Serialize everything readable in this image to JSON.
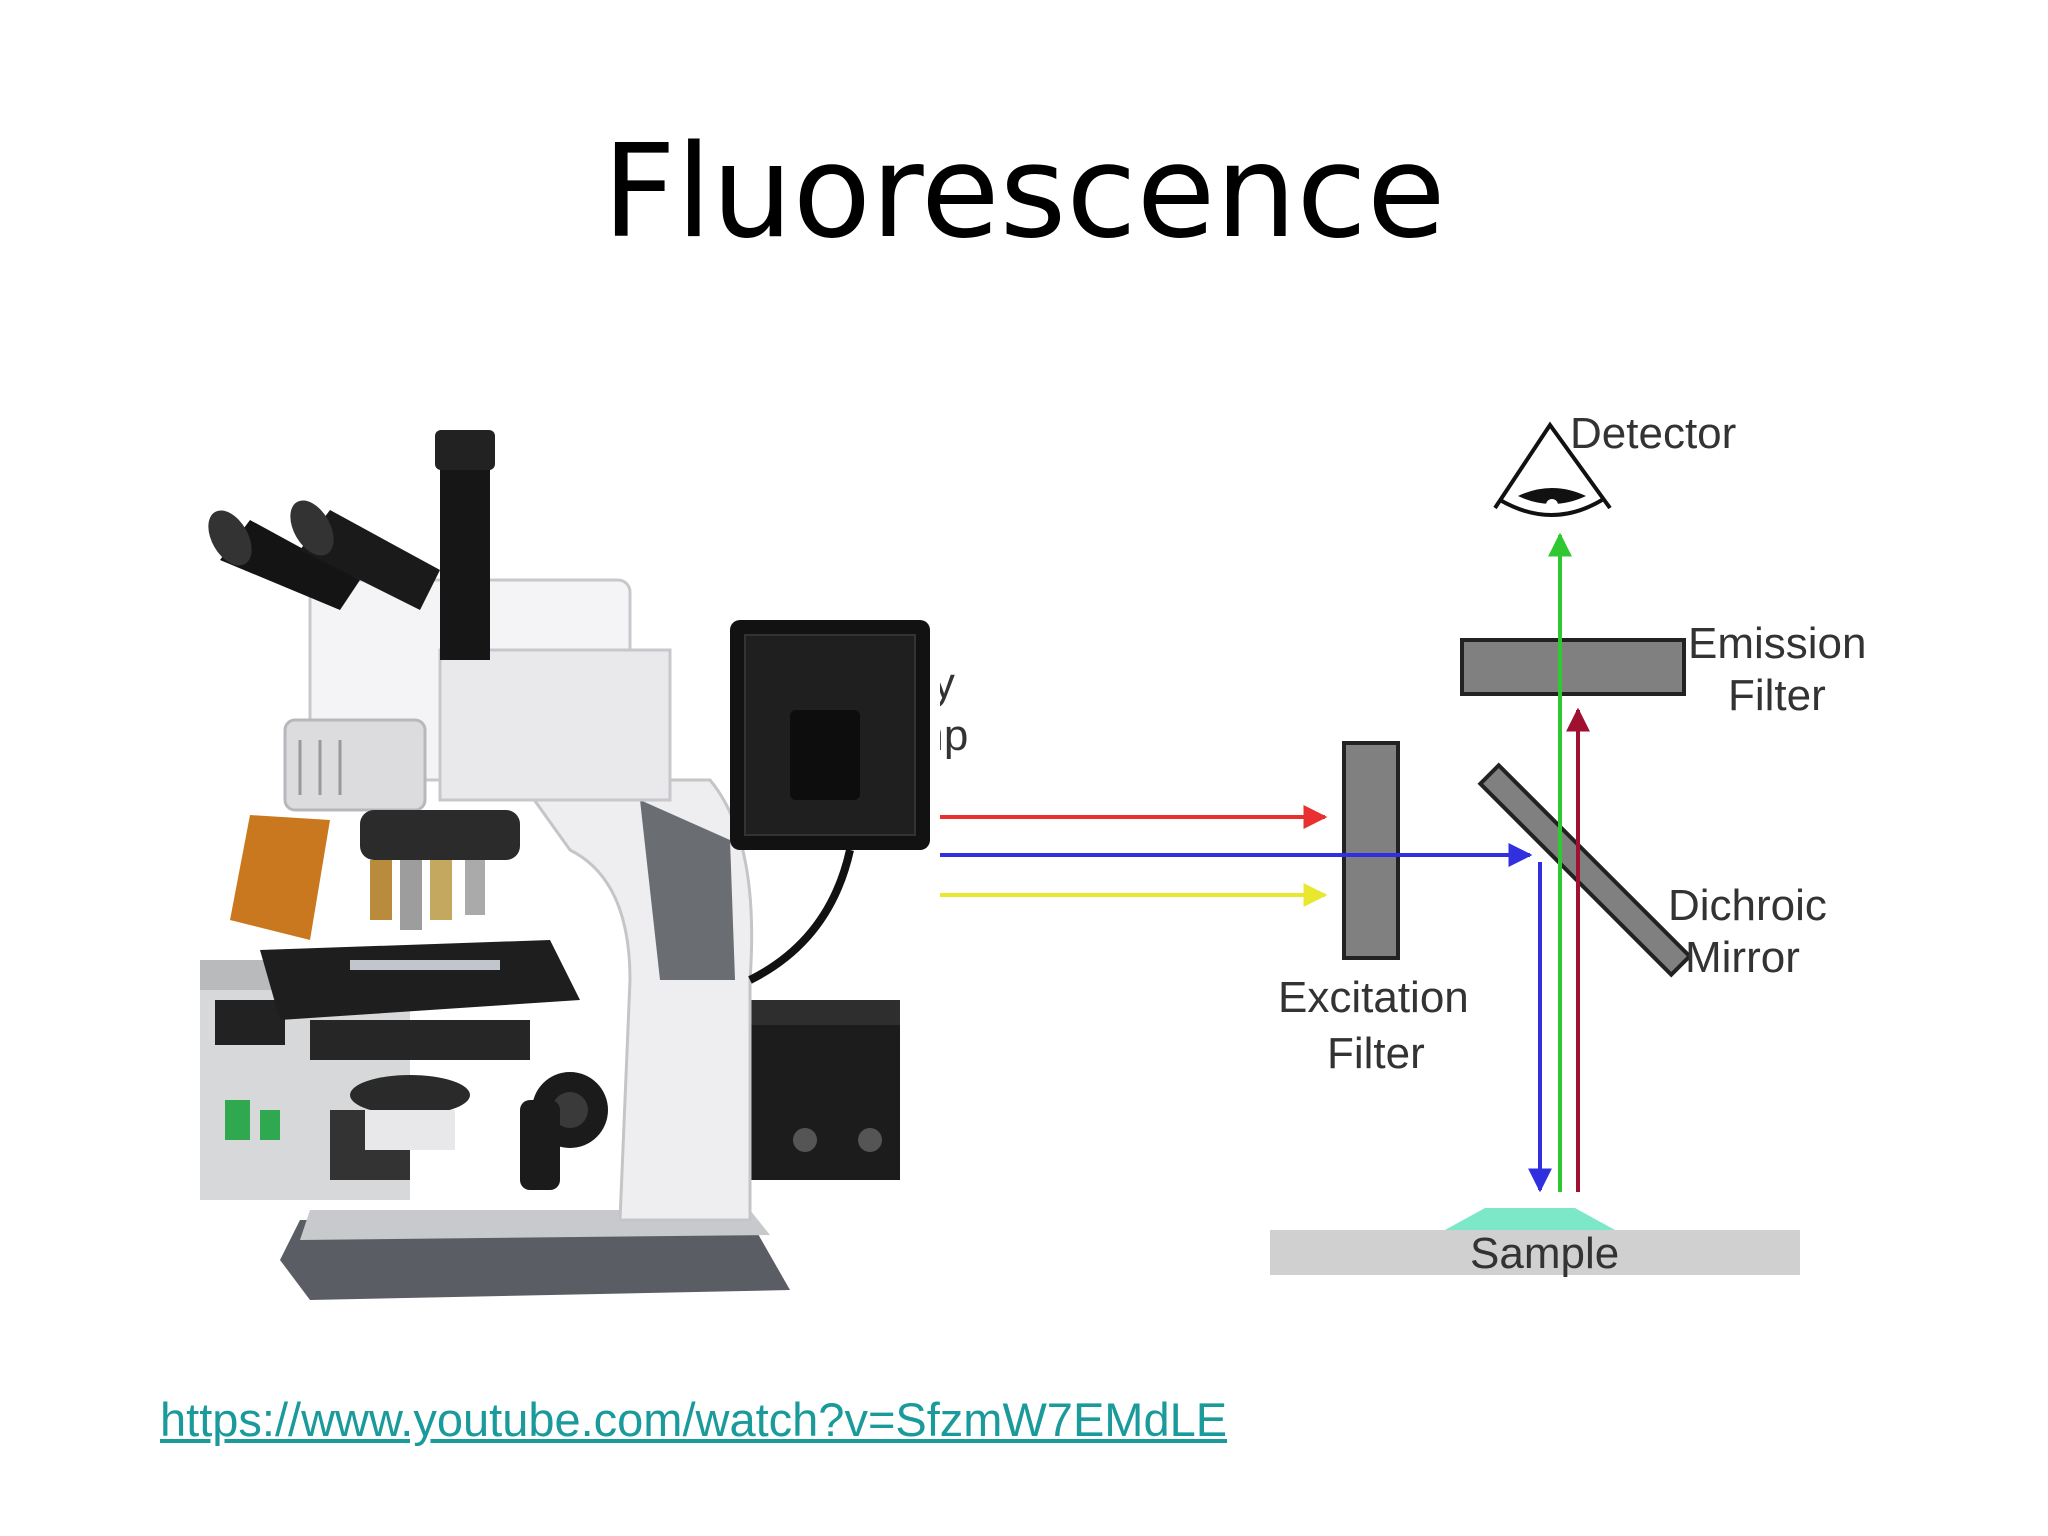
{
  "title": "Fluorescence",
  "diagram": {
    "labels": {
      "detector": "Detector",
      "emission_line1": "Emission",
      "emission_line2": "Filter",
      "lamp_line1": "Mercury",
      "lamp_line2": "Arc Lamp",
      "dichroic_line1": "Dichroic",
      "dichroic_line2": "Mirror",
      "excitation_line1": "Excitation",
      "excitation_line2": "Filter",
      "sample": "Sample"
    },
    "colors": {
      "red": "#e83030",
      "blue": "#3030e0",
      "yellow": "#e8e830",
      "green": "#30c830",
      "darkred": "#a01030",
      "filter": "#808080",
      "sample_base": "#d0d0d0",
      "sample_spot": "#7de8c8"
    }
  },
  "link": {
    "text": "https://www.youtube.com/watch?v=SfzmW7EMdLE"
  },
  "microscope": {
    "icon": "fluorescence-microscope-photo"
  }
}
